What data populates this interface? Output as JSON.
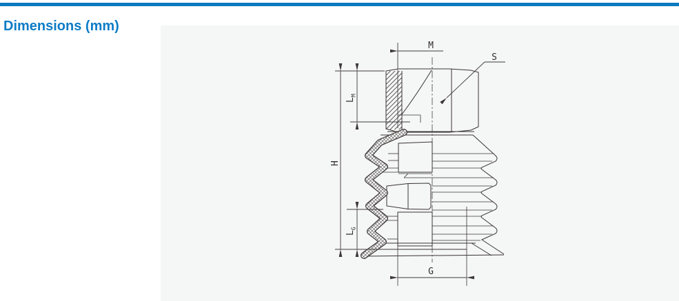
{
  "page": {
    "title": "Dimensions (mm)"
  },
  "colors": {
    "accent_blue": "#0c7cc6",
    "divider_blue": "#0a79bd",
    "panel_bg": "#f5f6f6",
    "drawing_line": "#3a3434"
  },
  "drawing": {
    "dimension_labels": {
      "m": "M",
      "s": "S",
      "h": "H",
      "g": "G",
      "lm_base": "L",
      "lm_sub": "M",
      "lg_base": "L",
      "lg_sub": "G"
    }
  }
}
